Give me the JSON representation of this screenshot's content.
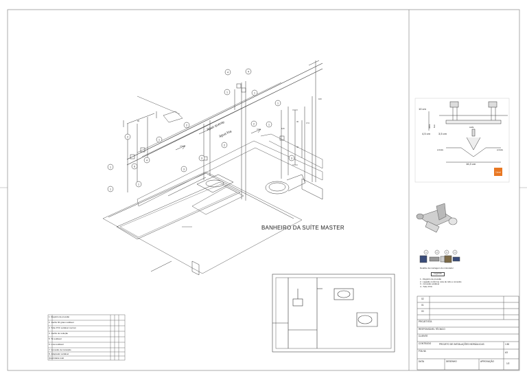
{
  "drawing": {
    "title": "BANHEIRO DA SUÍTE MASTER",
    "pipe_labels": {
      "hot": "água quente",
      "cold": "água fria"
    },
    "callouts": [
      "1",
      "2",
      "3",
      "4",
      "5",
      "6"
    ],
    "dims": {
      "d1": "95",
      "d2": "30",
      "d3": "50",
      "d4": "100",
      "d5": "174",
      "d6": "126"
    }
  },
  "detail": {
    "dim_10cm": "10 cm",
    "dim_45": "4,5 cm",
    "dim_35": "3,5 cm",
    "dim_163": "16,3 cm",
    "dim_v1": "38cm",
    "dim_v2": "6cm",
    "connect_left": "entrada",
    "connect_right": "entrada",
    "connect_top": "saída",
    "badge": "Cabral"
  },
  "notes": {
    "header": "Detalhe da montagem do misturador",
    "button": "Legenda",
    "items": [
      "1 - Registro de pressão",
      "2 - Ligação conforme nota de tubo e conexão",
      "3 - Conexão soldável",
      "4 - Tubo PVC"
    ]
  },
  "legend_table": {
    "rows": [
      [
        "1",
        "Registro de pressão",
        "",
        "",
        ""
      ],
      [
        "2",
        "Joelho 90 graus soldável",
        "",
        "",
        ""
      ],
      [
        "3",
        "Tubo PVC soldável marrom",
        "",
        "",
        ""
      ],
      [
        "4",
        "Joelho de redução",
        "",
        "",
        ""
      ],
      [
        "5",
        "Tê soldável",
        "",
        "",
        ""
      ],
      [
        "6",
        "Luva soldável",
        "",
        "",
        ""
      ],
      [
        "7",
        "Conexão de transição",
        "",
        "",
        ""
      ],
      [
        "8",
        "Adaptador soldável",
        "",
        "",
        ""
      ]
    ],
    "footer": [
      "Quantidade total",
      "",
      "",
      ""
    ]
  },
  "title_block": {
    "rev": [
      "02",
      "01",
      "00"
    ],
    "project_label": "PROJETISTA",
    "project_value": "",
    "responsible_label": "RESPONSÁVEL TÉCNICO",
    "responsible_value": "",
    "client_label": "CLIENTE",
    "client_value": "",
    "content_label": "CONTEÚDO",
    "content_value": "PROJETO DE INSTALAÇÕES HIDRÁULICAS",
    "scale_label": "ESCALA",
    "scale_value": "1:50",
    "sheet_label": "FOLHA",
    "sheet_value": "A3",
    "date_label": "DATA",
    "drawn_label": "DESENHO",
    "approved_label": "APROVAÇÃO",
    "sheet_num": "1/2"
  }
}
